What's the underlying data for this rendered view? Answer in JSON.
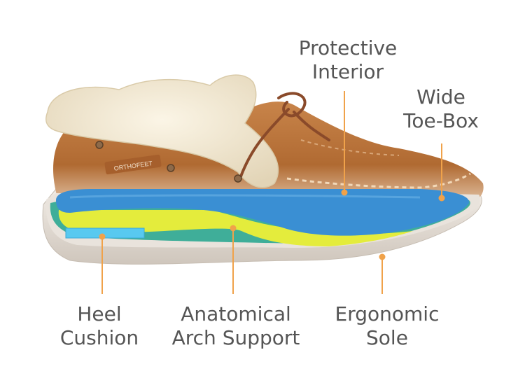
{
  "brand": {
    "logo_text": "ORTHOFEET"
  },
  "colors": {
    "leader_line": "#f0a24a",
    "suede": "#b9733a",
    "fur": "#efe6d2",
    "sole_outer": "#dcd4cb",
    "cushion_blue": "#3a8fd3",
    "cushion_teal": "#3fae99",
    "cushion_yellow": "#e4ec3c",
    "heel_pad": "#58c9f0"
  },
  "callouts": {
    "protective_interior": {
      "line1": "Protective",
      "line2": "Interior"
    },
    "wide_toe_box": {
      "line1": "Wide",
      "line2": "Toe-Box"
    },
    "heel_cushion": {
      "line1": "Heel",
      "line2": "Cushion"
    },
    "arch_support": {
      "line1": "Anatomical",
      "line2": "Arch Support"
    },
    "ergonomic_sole": {
      "line1": "Ergonomic",
      "line2": "Sole"
    }
  }
}
